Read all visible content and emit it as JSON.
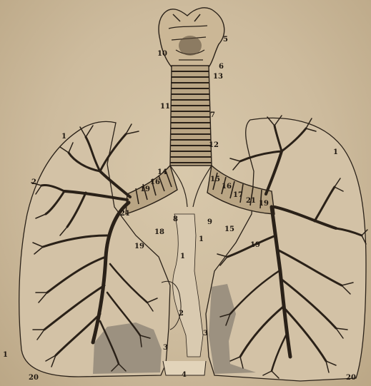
{
  "labels": {
    "n1_left": "1",
    "n1_right": "1",
    "n1_center_left": "1",
    "n1_center_right": "1",
    "n1_lower": "1",
    "n2_left": "2",
    "n2_center": "2",
    "n3_left": "3",
    "n3_right": "3",
    "n4": "4",
    "n5": "5",
    "n6": "6",
    "n7": "7",
    "n8": "8",
    "n9": "9",
    "n10": "10",
    "n11": "11",
    "n12": "12",
    "n13": "13",
    "n14": "14",
    "n15_a": "15",
    "n15_b": "15",
    "n16_left": "16",
    "n16_right": "16",
    "n17": "17",
    "n18": "18",
    "n19_a": "19",
    "n19_b": "19",
    "n19_c": "19",
    "n19_d": "19",
    "n20_left": "20",
    "n20_right": "20",
    "n21_left": "21",
    "n21_right": "21"
  },
  "colors": {
    "paper": "#cdbb9d",
    "ink": "#2a2118",
    "shade": "#8f8577"
  }
}
